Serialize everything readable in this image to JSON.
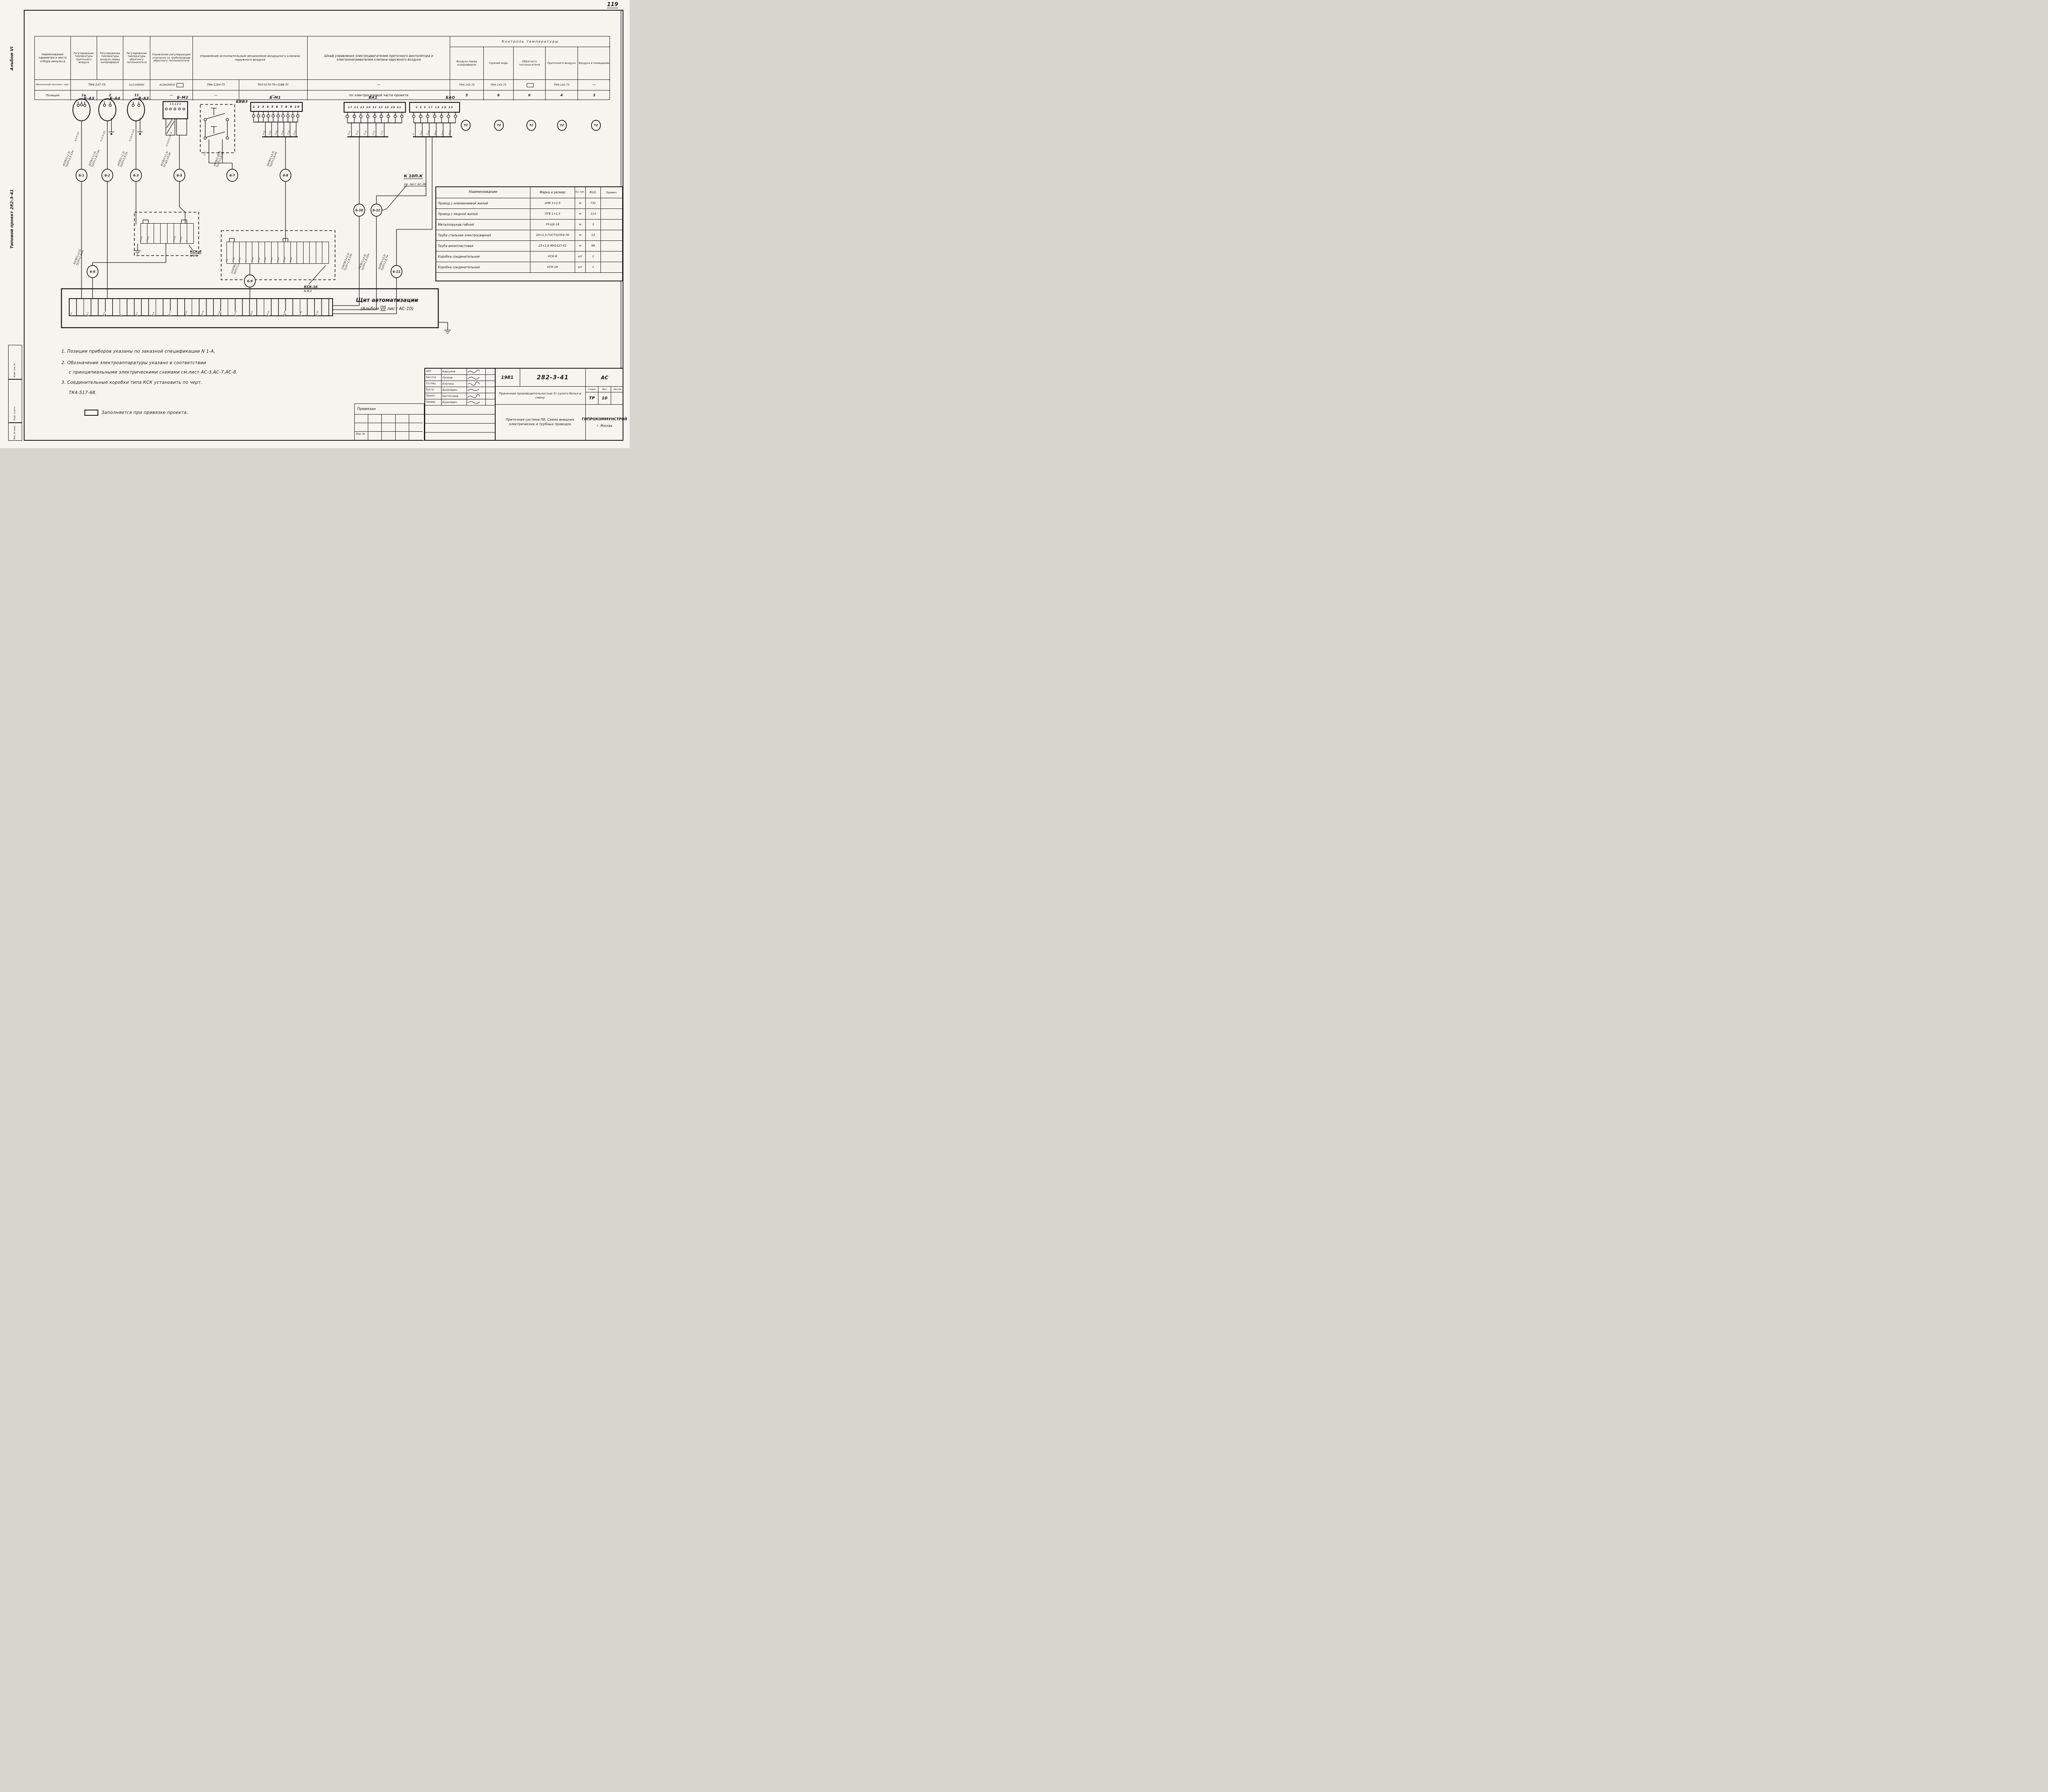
{
  "page": {
    "number": "119"
  },
  "margin": {
    "album": "Альбом VI",
    "project": "Типовой проект 282-3-41",
    "stamps": [
      "Взам. инв. №",
      "Подп. и дата",
      "Инв. № подл."
    ]
  },
  "top_table": {
    "col1_header": "Наименование параметра и место отбора импульса",
    "row2_label": "Обозначение монтажн. черт.",
    "row3_label": "Позиция",
    "c2_header": "Регулирование температуры приточного воздуха",
    "c3_header": "Регулирование температуры воздуха перед калорифером",
    "c4_header": "Регулирование температуры обратного теплоносителя",
    "c5_header": "Управление регулирующим клапаном на трубопроводе обратного теплоносителя",
    "c6_header": "Управление исполнительным механизмом воздушного клапана наружного воздуха",
    "c7_header": "Шкаф управления электродвигателем приточного вентилятора и электронагревателем клапана наружного воздуха",
    "c23_drawing": "ТМ4-147-75",
    "c4_drawing": "А12-040000",
    "c5_drawing": "А126039000",
    "c6a_drawing": "ТМ4-1164-75",
    "c6b_drawing": "ТК4-3170-70÷3188-7С",
    "c7_drawing": "—",
    "c2_pos": "1а",
    "c3_pos": "2",
    "c4_pos": "11",
    "c5_pos": "—",
    "c6a_pos": "—",
    "c6b_pos": "—",
    "c7_pos": "по электросиловой части проекта",
    "group_header": "Контроль температуры",
    "g1_header": "Воздуха перед калорифером",
    "g2_header": "Горячей воды",
    "g3_header": "Обратного теплоносителя",
    "g4_header": "Приточного воздуха",
    "g5_header": "Воздуха в помещении",
    "g1_drawing": "ТМ4-142-75",
    "g2_drawing": "ТМ4-143-75",
    "g3_drawing": "",
    "g4_drawing": "ТМ4-142-75",
    "g5_drawing": "—",
    "g1_pos": "5",
    "g2_pos": "6",
    "g3_pos": "6",
    "g4_pos": "4",
    "g5_pos": "3"
  },
  "schematic": {
    "devices": {
      "s1": "Б-А3",
      "s2": "Б-А4",
      "s3": "В-А3",
      "s4": "Б-М2",
      "sw": "БВВЗ",
      "bm1": "Б-М1",
      "ba1": "ВА1",
      "bao": "БАО"
    },
    "bm2_numbers": "1 1' 2 2' 5",
    "bm1_numbers": "1 2 3 4 5 6 7 8 9 10",
    "ba1_numbers": "17 21 23 29 31 33 35 39 41",
    "bao_numbers": "2 3 5 17 19 29 33",
    "t2": "Т2",
    "circles": {
      "c1": "6-1",
      "c2": "6-2",
      "c3": "6-3",
      "c5": "6-5",
      "c6": "6-6",
      "c7": "6-7",
      "c8": "6-8",
      "c9": "6-9",
      "c10": "6-10",
      "c12": "6-12",
      "c11": "6-11"
    },
    "specs": {
      "s1": "4ПГВ(1×1,5)\nТр20×2,5;12м",
      "s2": "3ПГВ(1×1,5)\nТр25×1,8;7,5м",
      "s3": "3ПГВ(1×1,5)\nТр25×1,8;3м",
      "s5": "4ПГВ(1×1,5)\nР3-ЦХ-18;3м",
      "s7": "4АПВ(1×2,5)\nТр25×1,8;3м",
      "s8": "8АПВ(1×2,5)\nТр25×1,8;3м",
      "s6": "4АПВ(1×2,5)\nТр25×1,8;2м",
      "s9": "12АПВ(1×2,5)\nТр25×1,8;6м",
      "s10": "13АПВ(1×2,5)\nТр25×1,8;15м",
      "s12": "7АПВ(1×2,5)\nтр25×1,8;15м",
      "s11": "4АПВ(1×2,5)\nТр25×1,8;7м"
    },
    "sensor_wires": {
      "w1": "6-9  6-113",
      "w2": "6-11  6-121",
      "w3": "6-125  6-123",
      "w4": "6-119  6-141  N"
    },
    "sw_wires": [
      "6-37",
      "6-35"
    ],
    "bm1_wires": [
      "6-45",
      "6-47",
      "6-43",
      "6-33",
      "6-19",
      "6-13"
    ],
    "ba1_wires": [
      "6-21",
      "6-23",
      "6-29",
      "6-31",
      "6-35"
    ],
    "bao_wires": [
      "N",
      "6-21",
      "6-23",
      "6-51",
      "6-57",
      "6-55"
    ],
    "kck8": {
      "name": "КСК-8",
      "num": "N 6-1",
      "terminals": [
        "6-125",
        "6-123",
        "",
        "",
        "",
        "6-119",
        "6-111",
        "N"
      ]
    },
    "kck16": {
      "name": "КСК-16",
      "num": "N В-2",
      "terminals": [
        "6-9",
        "6-25",
        "6-31",
        "N",
        "6-45",
        "6-47",
        "6-49",
        "6-33",
        "6-19",
        "В-19",
        "В-49",
        "",
        "",
        "",
        "",
        ""
      ]
    },
    "k10": {
      "line1": "К 10П.К",
      "line2": "см. лист АС-28"
    },
    "shield": {
      "title": "Щит автоматизации",
      "sub1": "(Альбом ",
      "sub2": "VII",
      "sub3": " лист АС-10)",
      "strip_labels": [
        "6-1",
        "6-3",
        "6-5",
        "N",
        "6-7",
        "6-9",
        "6-11",
        "6-13",
        "6-15",
        "6-19",
        "6-21",
        "6-23",
        "6-25",
        "6-29",
        "6-31",
        "6-33"
      ]
    }
  },
  "materials": {
    "headers": [
      "Наименование",
      "Марка и размер",
      "Ед. изм.",
      "Кол.",
      "Примеч."
    ],
    "rows": [
      [
        "Провод с алюминиевой жилой",
        "АПВ 1×2,5",
        "м",
        "731",
        ""
      ],
      [
        "Провод с медной жилой",
        "ПГВ 1×1,5",
        "м",
        "114",
        ""
      ],
      [
        "Металлорукав гибкий",
        "Р3-ЦХ-18",
        "м",
        "3",
        ""
      ],
      [
        "Труба стальная электросварная",
        "20×2,5 ГОСТ10704-76",
        "м",
        "12",
        ""
      ],
      [
        "Труба винипластовая",
        "25×1,8 МН1427-61",
        "м",
        "96",
        ""
      ],
      [
        "Коробка соединительная",
        "КСК-8",
        "шт",
        "1",
        ""
      ],
      [
        "Коробка соединительная",
        "КСК-16",
        "шт",
        "1",
        ""
      ]
    ]
  },
  "notes": {
    "n1": "1. Позиции приборов указаны по заказной спецификации N 1-А.",
    "n2a": "2. Обозначение электроаппаратуры указано в соответствии",
    "n2b": "с принципиальными электрическими схемами см.лист АС-3,АС-7,АС-8.",
    "n3a": "3. Соединительные коробки типа КСК установить по черт.",
    "n3b": "ТК4-517-68.",
    "legend": "Заполняется при привязке проекта."
  },
  "titleblock": {
    "roles": [
      [
        "ГИП",
        "Барсуков"
      ],
      [
        "Нач.отд",
        "Пупков"
      ],
      [
        "Гл.спец",
        "Елагина"
      ],
      [
        "Рук.гр.",
        "Василевич"
      ],
      [
        "Проект.",
        "Евстигнеев"
      ],
      [
        "Провер.",
        "Василевич"
      ]
    ],
    "year": "1981",
    "code": "282-3-41",
    "mark": "АС",
    "object": "Прачечная производительностью 3т сухого белья в смену",
    "stage_h": [
      "Стадия",
      "Лист",
      "Листов"
    ],
    "stage": "ТР",
    "sheet": "10",
    "sheets": "",
    "subject": "Приточная система П8. Схема внешних электрических и трубных проводок",
    "org": "ГИПРОКОММУНСТРОЙ",
    "city": "г. Москва",
    "priv": "Привязан",
    "inv": "Инв. №"
  }
}
